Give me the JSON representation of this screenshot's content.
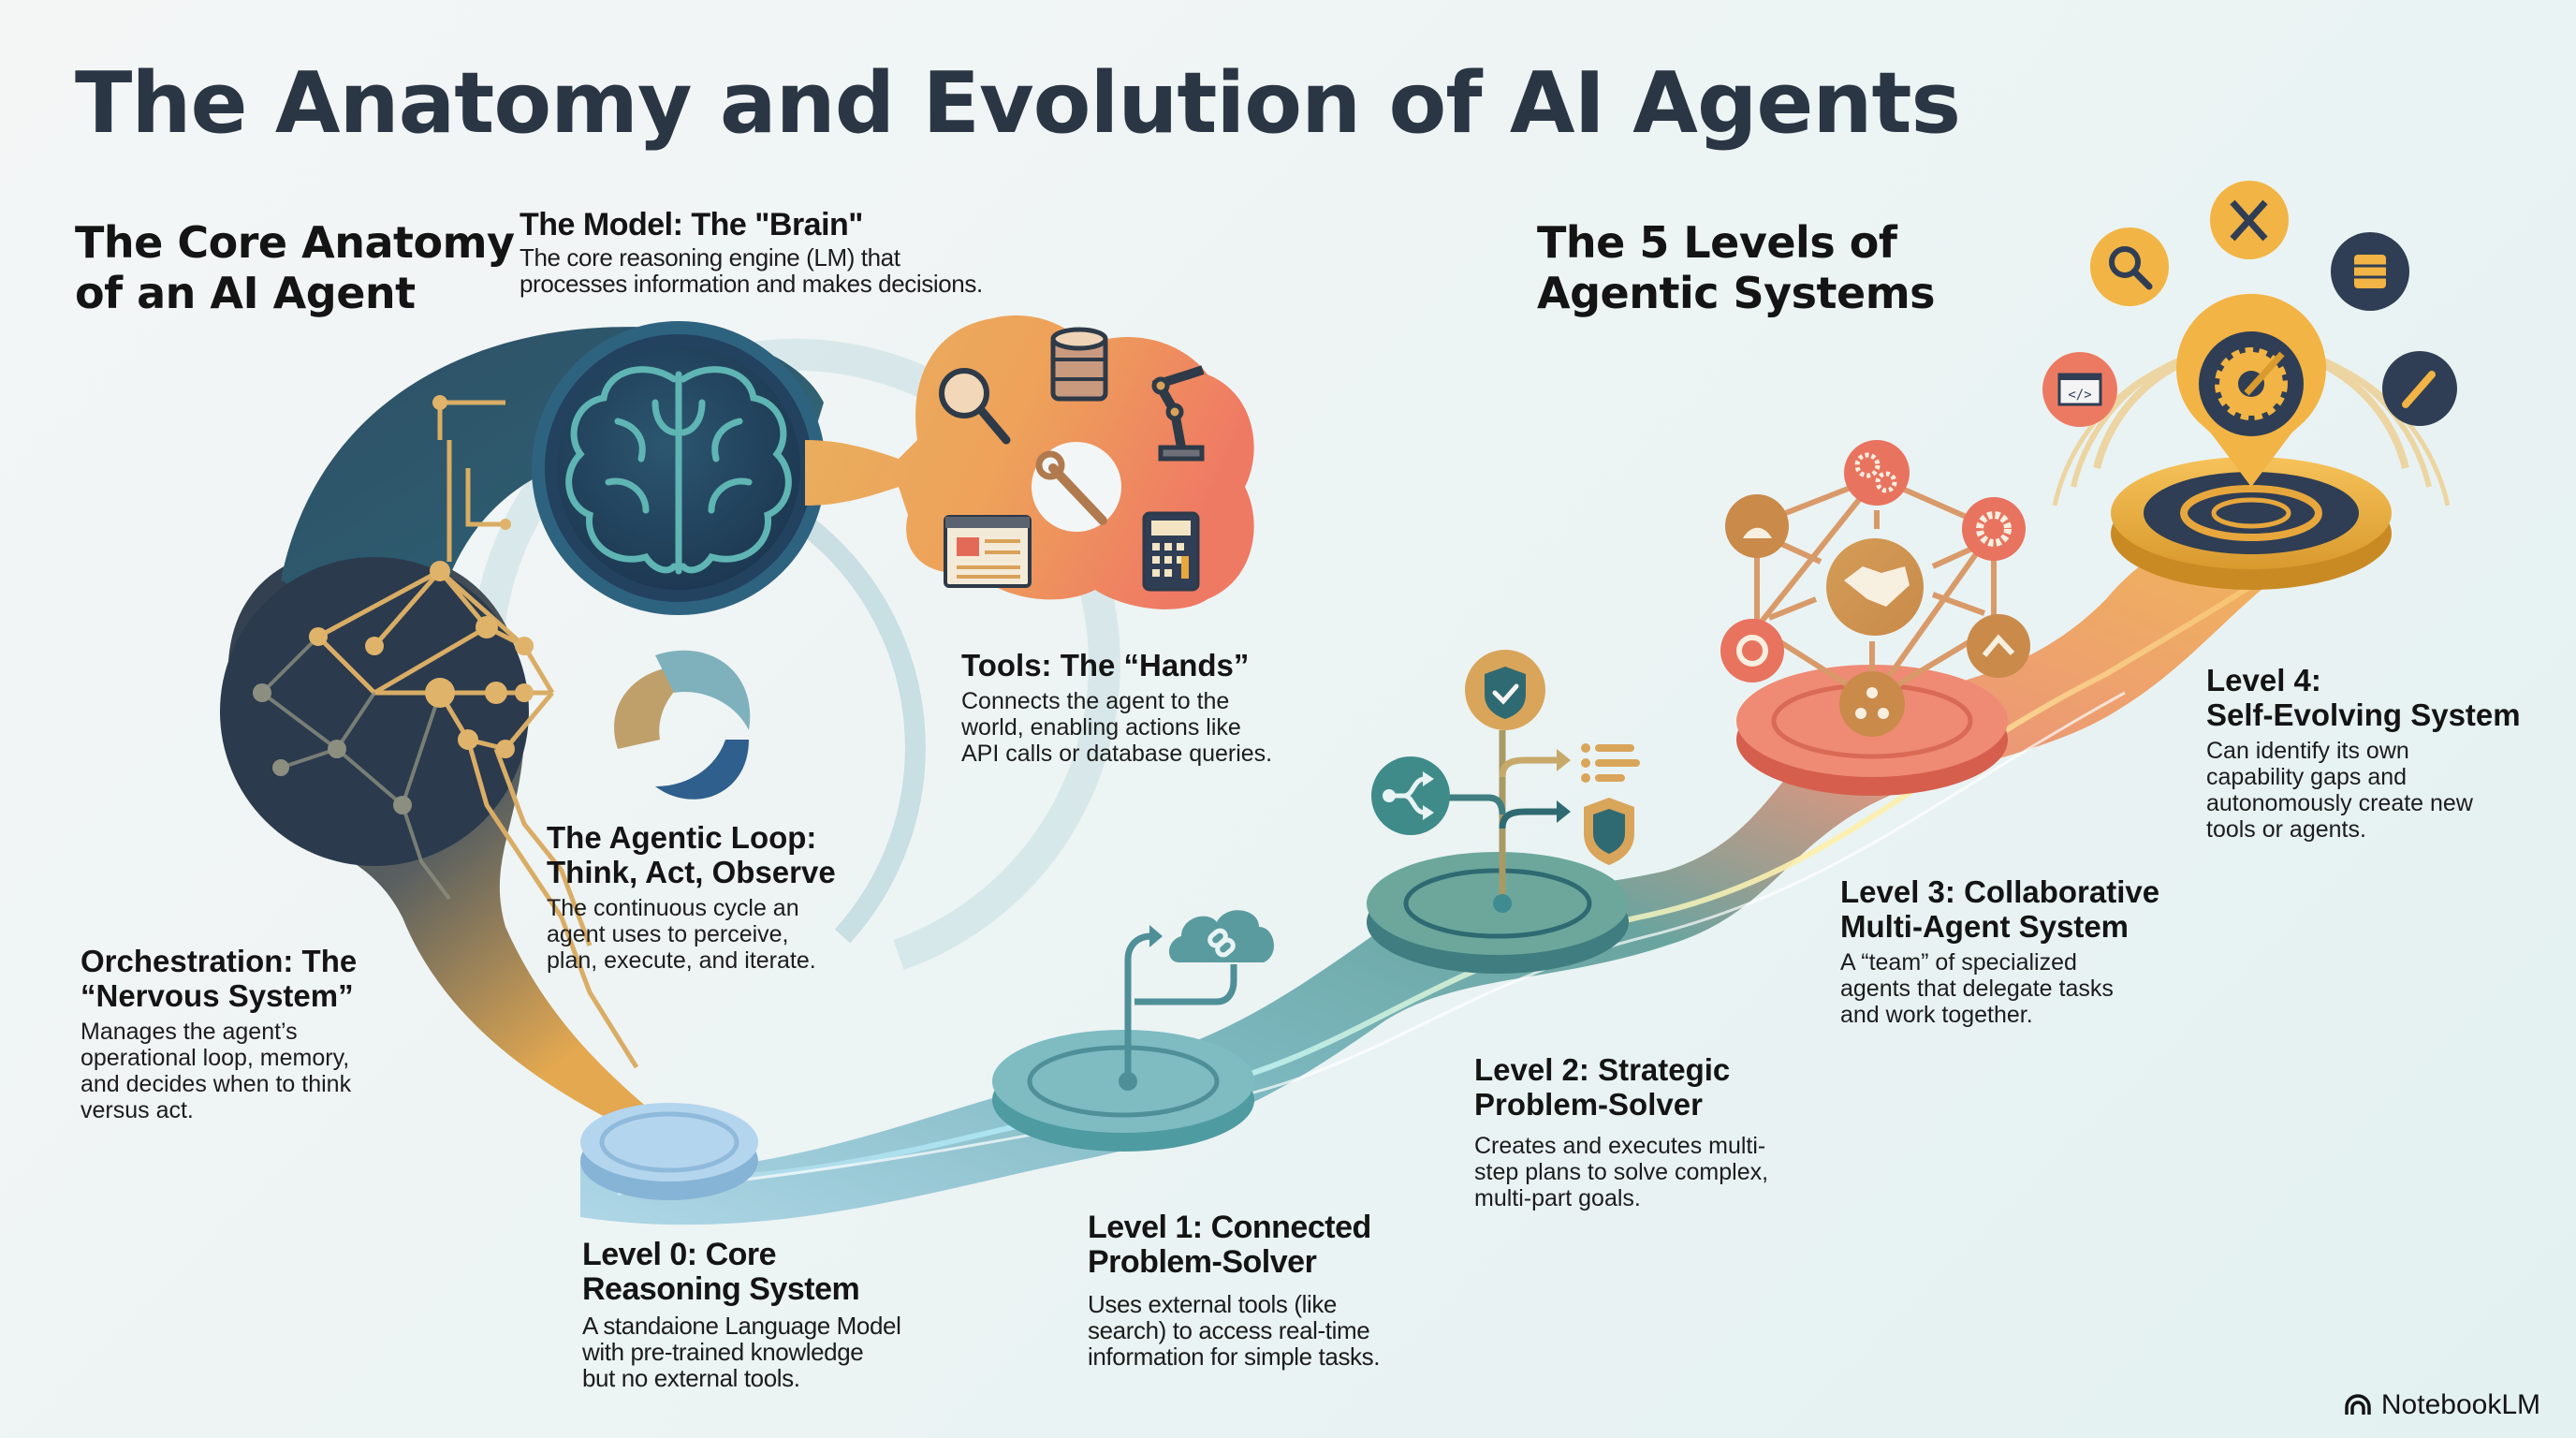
{
  "header": {
    "title": "The Anatomy and Evolution of AI Agents"
  },
  "anatomy": {
    "section_title_line1": "The Core Anatomy",
    "section_title_line2": "of an AI Agent",
    "components": [
      {
        "id": "model",
        "title": "The Model: The \"Brain\"",
        "description_lines": [
          "The core reasoning engine (LM) that",
          "processes information and makes decisions."
        ],
        "icon": "brain-icon"
      },
      {
        "id": "tools",
        "title": "Tools: The “Hands”",
        "description_lines": [
          "Connects the agent to the",
          "world, enabling actions like",
          "API calls or database queries."
        ],
        "icons": [
          "magnifier-icon",
          "database-icon",
          "robot-arm-icon",
          "wrench-icon",
          "browser-window-icon",
          "calculator-icon"
        ]
      },
      {
        "id": "loop",
        "title_line1": "The Agentic Loop:",
        "title_line2": "Think, Act, Observe",
        "description_lines": [
          "The continuous cycle an",
          "agent uses to perceive,",
          "plan, execute, and iterate."
        ],
        "icon": "cycle-swirl-icon"
      },
      {
        "id": "orchestration",
        "title_line1": "Orchestration: The",
        "title_line2": "“Nervous System”",
        "description_lines": [
          "Manages the agent’s",
          "operational loop, memory,",
          "and decides when to think",
          "versus act."
        ],
        "icon": "neural-network-icon"
      }
    ]
  },
  "levels": {
    "section_title_line1": "The 5 Levels of",
    "section_title_line2": "Agentic Systems",
    "items": [
      {
        "level": 0,
        "title_line1": "Level 0: Core",
        "title_line2": "Reasoning System",
        "description_lines": [
          "A standaione Language Model",
          "with pre-trained knowledge",
          "but no external tools."
        ],
        "color": "#a9cde6"
      },
      {
        "level": 1,
        "title_line1": "Level 1: Connected",
        "title_line2": "Problem-Solver",
        "description_lines": [
          "Uses external tools (like",
          "search) to access real-time",
          "information for simple tasks."
        ],
        "icon": "cloud-link-icon",
        "color": "#5fa3ad"
      },
      {
        "level": 2,
        "title_line1": "Level 2: Strategic",
        "title_line2": "Problem-Solver",
        "description_lines": [
          "Creates and executes multi-",
          "step plans to solve complex,",
          "multi-part goals."
        ],
        "icons": [
          "shield-check-icon",
          "branch-split-icon",
          "list-icon",
          "shield-icon"
        ],
        "color": "#4f8f92"
      },
      {
        "level": 3,
        "title_line1": "Level 3: Collaborative",
        "title_line2": "Multi-Agent System",
        "description_lines": [
          "A “team” of specialized",
          "agents that delegate tasks",
          "and work together."
        ],
        "icons": [
          "handshake-icon",
          "gears-icon",
          "gear-icon",
          "team-hierarchy-icon",
          "agent-icon"
        ],
        "color": "#e8735f"
      },
      {
        "level": 4,
        "title_line1": "Level 4:",
        "title_line2": "Self-Evolving System",
        "description_lines": [
          "Can identify its own",
          "capability gaps and",
          "autonomously create new",
          "tools or agents."
        ],
        "icons": [
          "gear-brush-icon",
          "magnifier-icon",
          "tools-crossed-icon",
          "database-icon",
          "code-window-icon",
          "wrench-icon"
        ],
        "color": "#f2b444"
      }
    ]
  },
  "footer": {
    "brand": "NotebookLM"
  },
  "colors": {
    "navy": "#253a52",
    "teal": "#4f8f92",
    "gold": "#e0b060",
    "coral": "#ec7a62",
    "amber": "#f2b444",
    "title": "#2b3645"
  }
}
